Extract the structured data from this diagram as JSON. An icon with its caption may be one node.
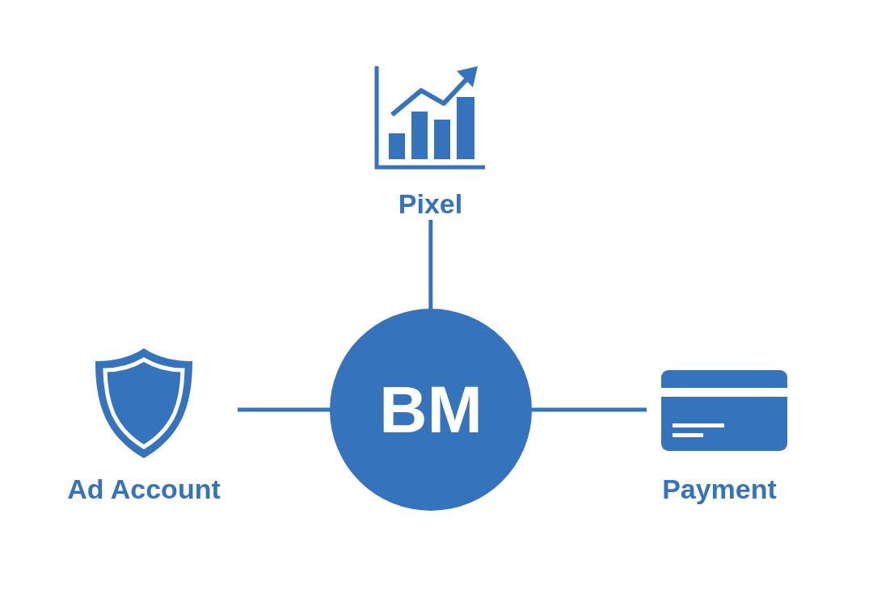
{
  "diagram": {
    "nodes": [
      {
        "text": [
          "BM"
        ]
      },
      {
        "text": [
          "Pixel"
        ]
      },
      {
        "text": [
          "Ad Account"
        ]
      },
      {
        "text": [
          "Payment"
        ]
      }
    ],
    "edges": [
      {
        "from": 0,
        "to": 1,
        "arrow": "none"
      },
      {
        "from": 0,
        "to": 2,
        "arrow": "none"
      },
      {
        "from": 0,
        "to": 3,
        "arrow": "none"
      }
    ]
  }
}
